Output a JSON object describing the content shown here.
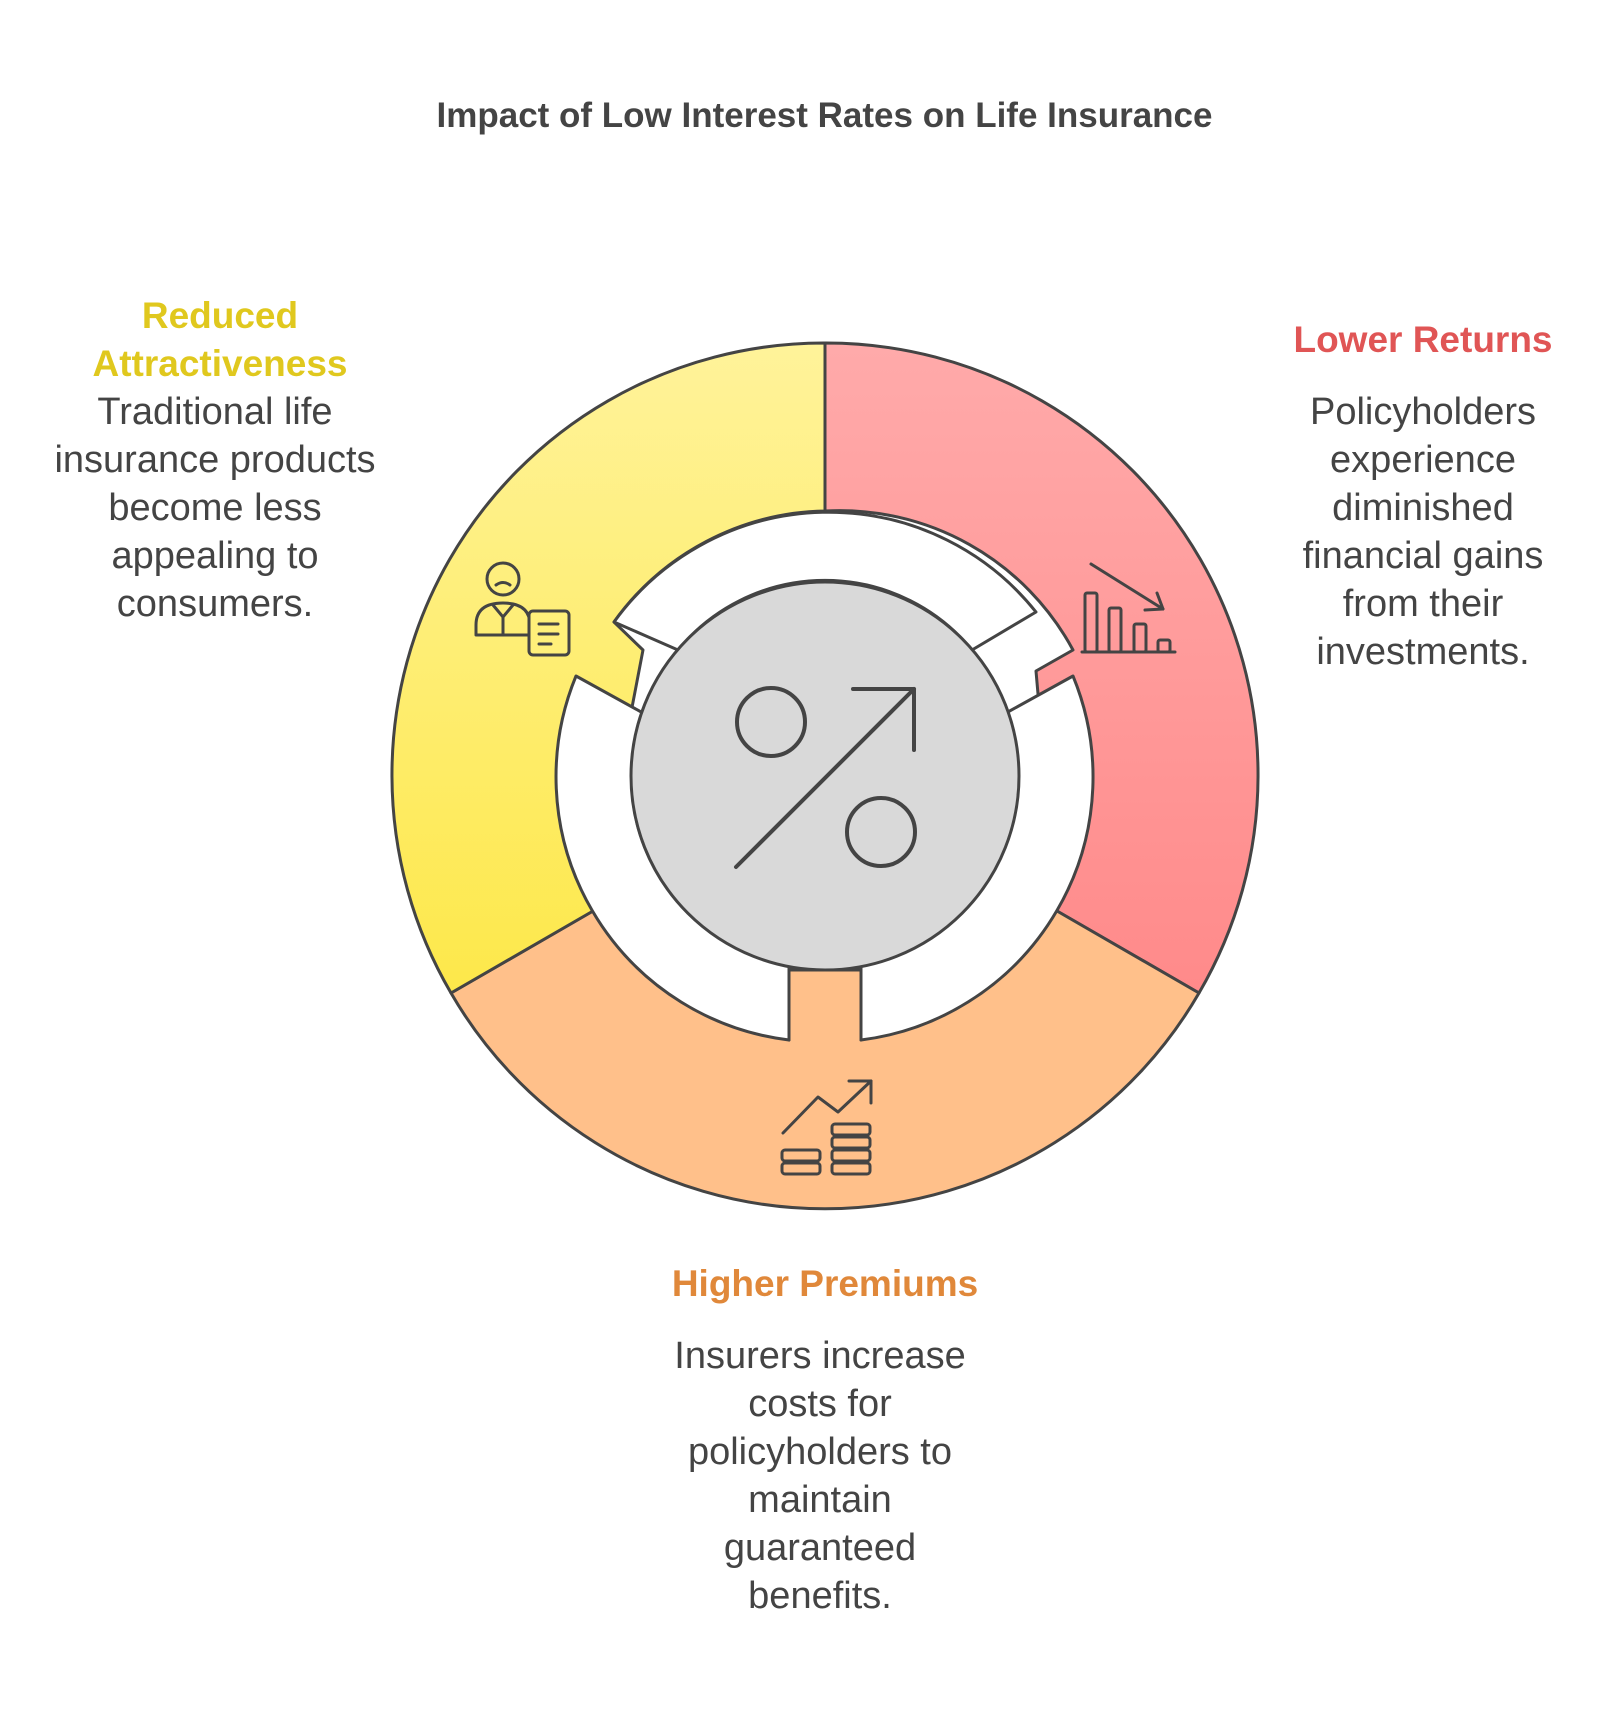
{
  "title": "Impact of Low Interest Rates on Life Insurance",
  "center": {
    "icon": "percent-up-icon"
  },
  "segments": [
    {
      "id": "lower-returns",
      "heading": "Lower Returns",
      "description": "Policyholders experience diminished financial gains from their investments.",
      "color": "#ff8a8a",
      "heading_color": "#e05555",
      "icon": "declining-bar-chart-icon"
    },
    {
      "id": "higher-premiums",
      "heading": "Higher Premiums",
      "description": "Insurers increase costs for policyholders to maintain guaranteed benefits.",
      "color": "#ffc08a",
      "heading_color": "#e0883a",
      "icon": "rising-coins-icon"
    },
    {
      "id": "reduced-attractiveness",
      "heading": "Reduced Attractiveness",
      "description": "Traditional life insurance products become less appealing to consumers.",
      "color": "#fff07a",
      "heading_color": "#e0c81e",
      "icon": "unhappy-customer-document-icon"
    }
  ]
}
